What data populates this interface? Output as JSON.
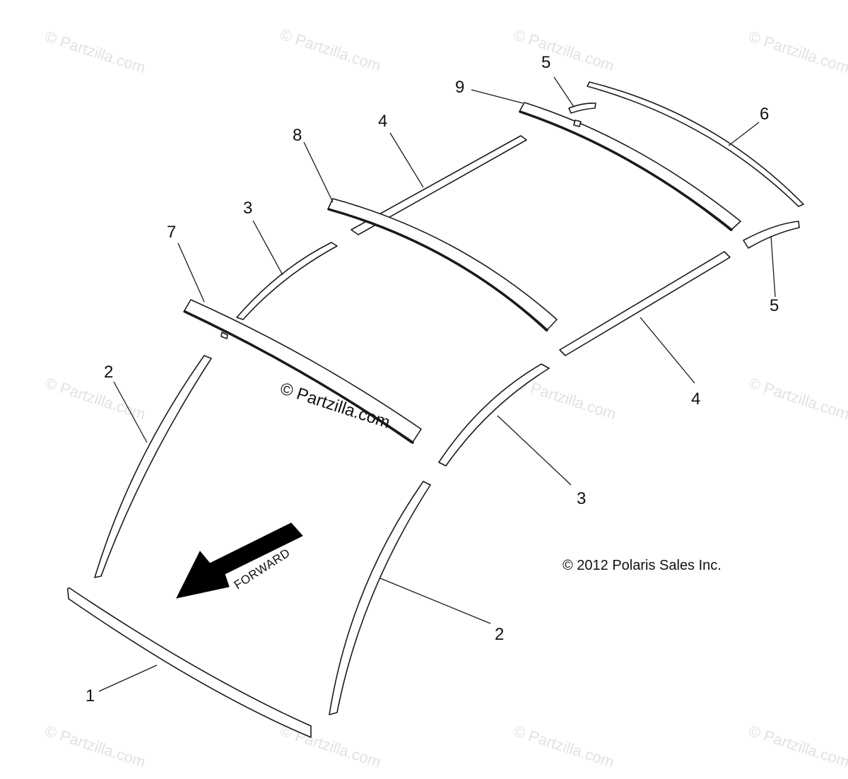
{
  "watermark": "© Partzilla.com",
  "watermark_center": "© Partzilla.com",
  "copyright": "© 2012 Polaris Sales Inc.",
  "forward_label": "FORWARD",
  "callouts": {
    "c1": "1",
    "c2a": "2",
    "c2b": "2",
    "c3a": "3",
    "c3b": "3",
    "c4a": "4",
    "c4b": "4",
    "c5a": "5",
    "c5b": "5",
    "c6": "6",
    "c7": "7",
    "c8": "8",
    "c9": "9"
  }
}
